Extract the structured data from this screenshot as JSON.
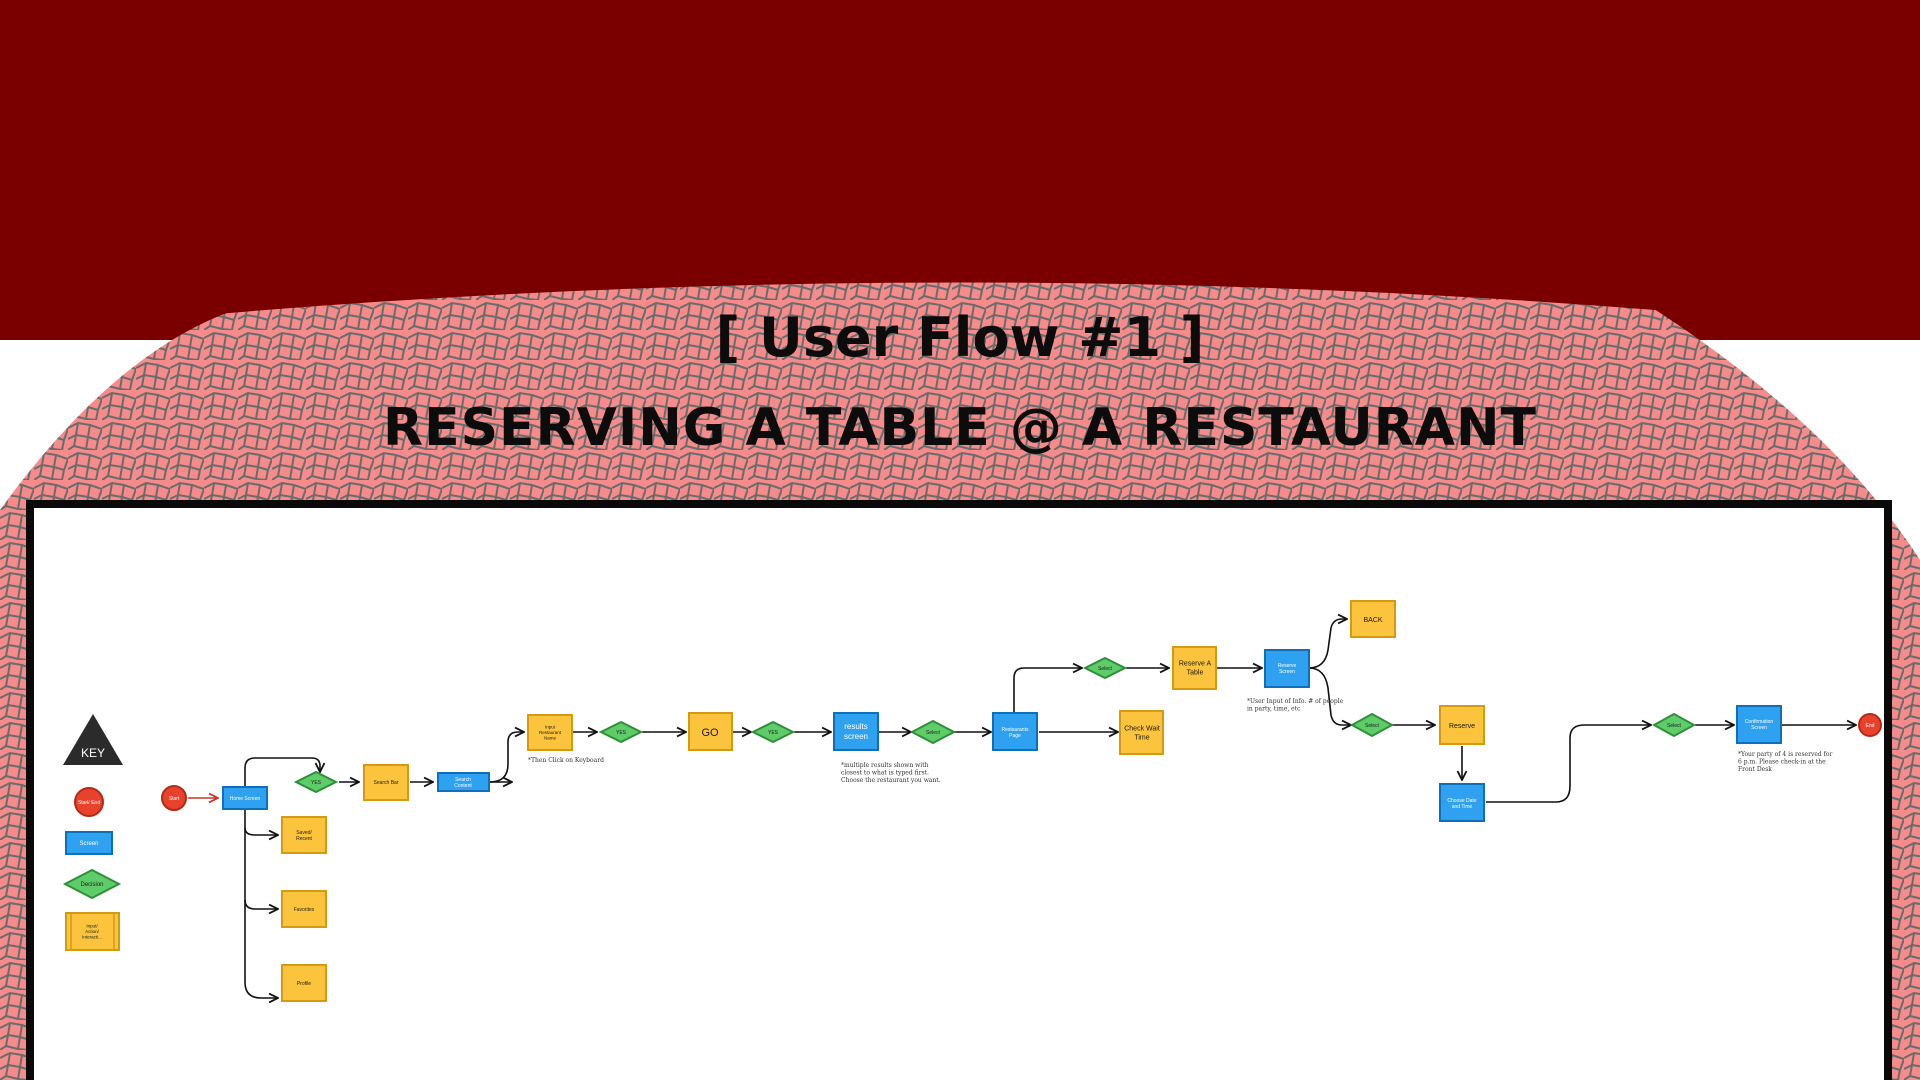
{
  "header": {
    "title": "[ User Flow #1 ]",
    "subtitle": "RESERVING A TABLE @ A RESTAURANT"
  },
  "colors": {
    "banner": "#7a0000",
    "tile": "#f68b8b",
    "tile_outline": "#6b6b6b",
    "screen": "#2ea1f0",
    "decision": "#5fcc6a",
    "input": "#fcc43c",
    "terminal": "#e8412c",
    "key": "#2b2b2b"
  },
  "key": {
    "title": "KEY",
    "terminal": "Start/ End",
    "screen": "Screen",
    "decision": "Decision",
    "input": "Input/ Action/ Interacti..."
  },
  "flow": {
    "start": "Start",
    "home": "Home Screen",
    "yes1": "YES",
    "search_bar": "Search Bar",
    "search_content": "Search Content",
    "saved": "Saved/ Recent",
    "favorites": "Favorites",
    "profile": "Profile",
    "input_name": "Input Restaurant Name",
    "keyboard_note": "*Then Click on Keyboard",
    "yes2": "YES",
    "go": "GO",
    "yes3": "YES",
    "results": "results screen",
    "results_note": "*multiple results shown with closest to what is typed first. Choose the restaurant you want.",
    "select1": "Select",
    "restaurant_page": "Restaurants Page",
    "select2": "Select",
    "reserve_table": "Reserve A Table",
    "check_wait": "Check Wait Time",
    "reserve_screen": "Reserve Screen",
    "reserve_note": "*User Input of Info. # of people in party, time, etc",
    "back": "BACK",
    "select3": "Select",
    "reserve": "Reserve",
    "choose_date": "Choose Date and Time",
    "select4": "Select",
    "confirmation": "Confirmation Screen",
    "confirm_note": "*Your party of 4 is reserved for 6 p.m. Please check-in at the Front Desk",
    "end": "End"
  }
}
